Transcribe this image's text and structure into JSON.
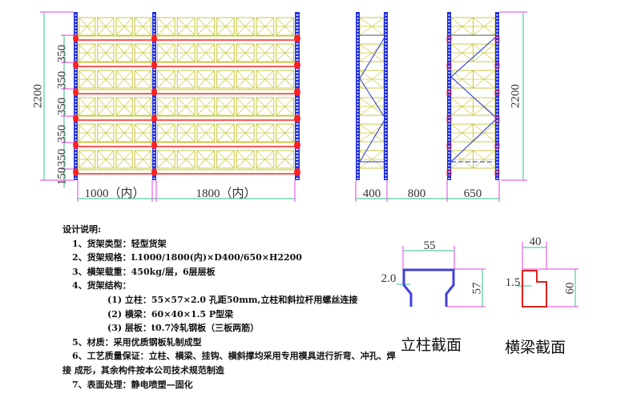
{
  "front_view": {
    "total_height": "2200",
    "level_spacings": [
      "350",
      "350",
      "350",
      "350",
      "350",
      "150"
    ],
    "bay_widths": [
      "1000（内）",
      "1800（内）"
    ],
    "shelf_levels": 6
  },
  "side_view": {
    "depths": [
      "400",
      "800",
      "650"
    ],
    "total_height": "2200"
  },
  "notes": {
    "title": "设计说明:",
    "items": [
      "1、货架类型：轻型货架",
      "2、货架规格：L1000/1800(内)×D400/650×H2200",
      "3、横架载重：450kg/层，6层层板",
      "4、货架结构："
    ],
    "structure": [
      "(1) 立柱：55×57×2.0 孔距50mm,立柱和斜拉杆用螺丝连接",
      "(2) 横梁：60×40×1.5 P型梁",
      "(3) 层板：t0.7冷轧钢板（三板两筋）"
    ],
    "items2": [
      "5、材质：采用优质钢板轧制成型",
      "6、工艺质量保证：立柱、横梁、挂钩、横斜撑均采用专用模具进行折弯、冲孔、焊",
      "接    成形，其余构件按本公司技术规范制造",
      "7、表面处理：静电喷塑—固化"
    ]
  },
  "column_section": {
    "width": "55",
    "height": "57",
    "thickness": "2.0",
    "caption": "立柱截面"
  },
  "beam_section": {
    "width": "40",
    "height": "60",
    "thickness": "1.5",
    "caption": "横梁截面"
  },
  "colors": {
    "column": "#2030e0",
    "beam": "#ff2020",
    "shelf": "#c8c840",
    "dim": "#30c080",
    "ext": "#e040e0"
  }
}
